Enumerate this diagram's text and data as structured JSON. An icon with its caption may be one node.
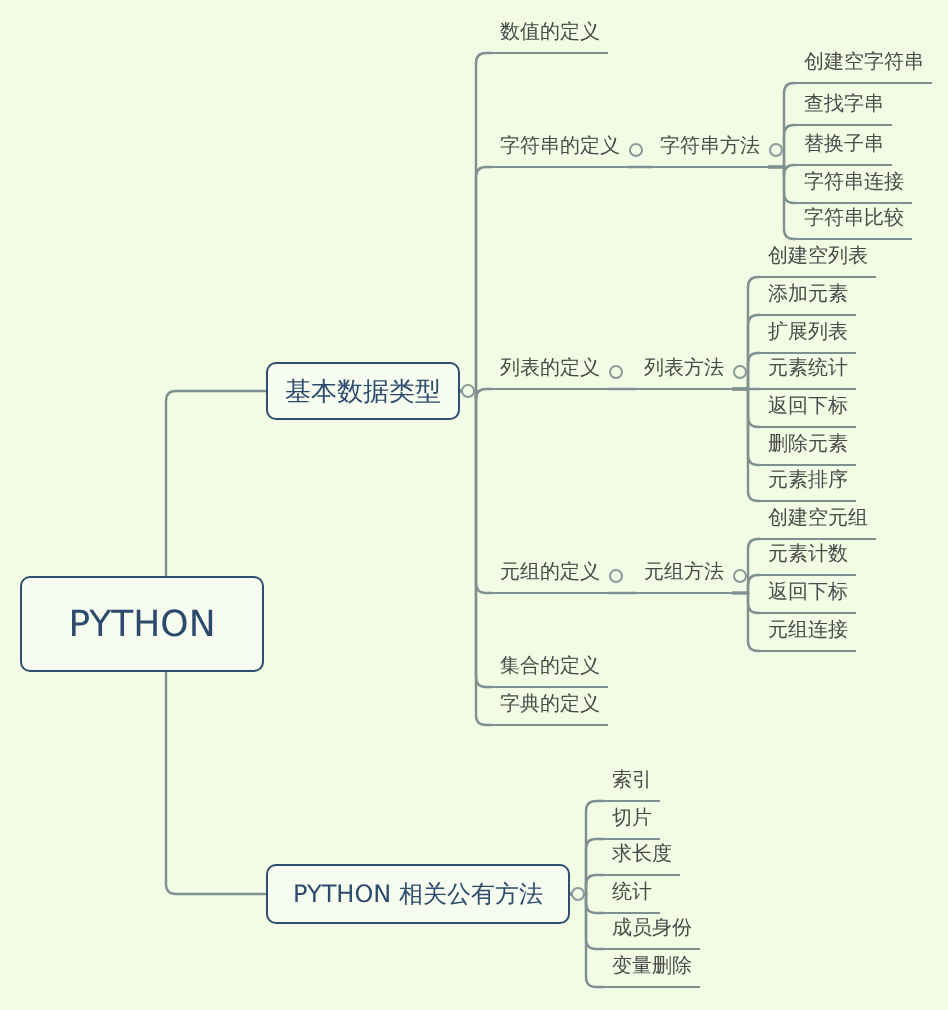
{
  "diagram": {
    "nodes": [
      {
        "text": [
          "PYTHON"
        ]
      },
      {
        "text": [
          "基本数据类型"
        ]
      },
      {
        "text": [
          "数值的定义"
        ]
      },
      {
        "text": [
          "字符串的定义"
        ]
      },
      {
        "text": [
          "字符串方法"
        ]
      },
      {
        "text": [
          "创建空字符串"
        ]
      },
      {
        "text": [
          "查找字串"
        ]
      },
      {
        "text": [
          "替换子串"
        ]
      },
      {
        "text": [
          "字符串连接"
        ]
      },
      {
        "text": [
          "字符串比较"
        ]
      },
      {
        "text": [
          "列表的定义"
        ]
      },
      {
        "text": [
          "列表方法"
        ]
      },
      {
        "text": [
          "创建空列表"
        ]
      },
      {
        "text": [
          "添加元素"
        ]
      },
      {
        "text": [
          "扩展列表"
        ]
      },
      {
        "text": [
          "元素统计"
        ]
      },
      {
        "text": [
          "返回下标"
        ]
      },
      {
        "text": [
          "删除元素"
        ]
      },
      {
        "text": [
          "元素排序"
        ]
      },
      {
        "text": [
          "元组的定义"
        ]
      },
      {
        "text": [
          "元组方法"
        ]
      },
      {
        "text": [
          "创建空元组"
        ]
      },
      {
        "text": [
          "元素计数"
        ]
      },
      {
        "text": [
          "返回下标"
        ]
      },
      {
        "text": [
          "元组连接"
        ]
      },
      {
        "text": [
          "集合的定义"
        ]
      },
      {
        "text": [
          "字典的定义"
        ]
      },
      {
        "text": [
          "PYTHON 相关公有方法"
        ]
      },
      {
        "text": [
          "索引"
        ]
      },
      {
        "text": [
          "切片"
        ]
      },
      {
        "text": [
          "求长度"
        ]
      },
      {
        "text": [
          "统计"
        ]
      },
      {
        "text": [
          "成员身份"
        ]
      },
      {
        "text": [
          "变量删除"
        ]
      }
    ],
    "edges": [
      {
        "from": 0,
        "to": 1,
        "arrow": "none"
      },
      {
        "from": 0,
        "to": 27,
        "arrow": "none"
      },
      {
        "from": 1,
        "to": 2,
        "arrow": "none"
      },
      {
        "from": 1,
        "to": 3,
        "arrow": "none"
      },
      {
        "from": 1,
        "to": 10,
        "arrow": "none"
      },
      {
        "from": 1,
        "to": 19,
        "arrow": "none"
      },
      {
        "from": 1,
        "to": 25,
        "arrow": "none"
      },
      {
        "from": 1,
        "to": 26,
        "arrow": "none"
      },
      {
        "from": 3,
        "to": 4,
        "arrow": "none"
      },
      {
        "from": 4,
        "to": 5,
        "arrow": "none"
      },
      {
        "from": 4,
        "to": 6,
        "arrow": "none"
      },
      {
        "from": 4,
        "to": 7,
        "arrow": "none"
      },
      {
        "from": 4,
        "to": 8,
        "arrow": "none"
      },
      {
        "from": 4,
        "to": 9,
        "arrow": "none"
      },
      {
        "from": 10,
        "to": 11,
        "arrow": "none"
      },
      {
        "from": 11,
        "to": 12,
        "arrow": "none"
      },
      {
        "from": 11,
        "to": 13,
        "arrow": "none"
      },
      {
        "from": 11,
        "to": 14,
        "arrow": "none"
      },
      {
        "from": 11,
        "to": 15,
        "arrow": "none"
      },
      {
        "from": 11,
        "to": 16,
        "arrow": "none"
      },
      {
        "from": 11,
        "to": 17,
        "arrow": "none"
      },
      {
        "from": 11,
        "to": 18,
        "arrow": "none"
      },
      {
        "from": 19,
        "to": 20,
        "arrow": "none"
      },
      {
        "from": 20,
        "to": 21,
        "arrow": "none"
      },
      {
        "from": 20,
        "to": 22,
        "arrow": "none"
      },
      {
        "from": 20,
        "to": 23,
        "arrow": "none"
      },
      {
        "from": 20,
        "to": 24,
        "arrow": "none"
      },
      {
        "from": 27,
        "to": 28,
        "arrow": "none"
      },
      {
        "from": 27,
        "to": 29,
        "arrow": "none"
      },
      {
        "from": 27,
        "to": 30,
        "arrow": "none"
      },
      {
        "from": 27,
        "to": 31,
        "arrow": "none"
      },
      {
        "from": 27,
        "to": 32,
        "arrow": "none"
      },
      {
        "from": 27,
        "to": 33,
        "arrow": "none"
      }
    ]
  }
}
